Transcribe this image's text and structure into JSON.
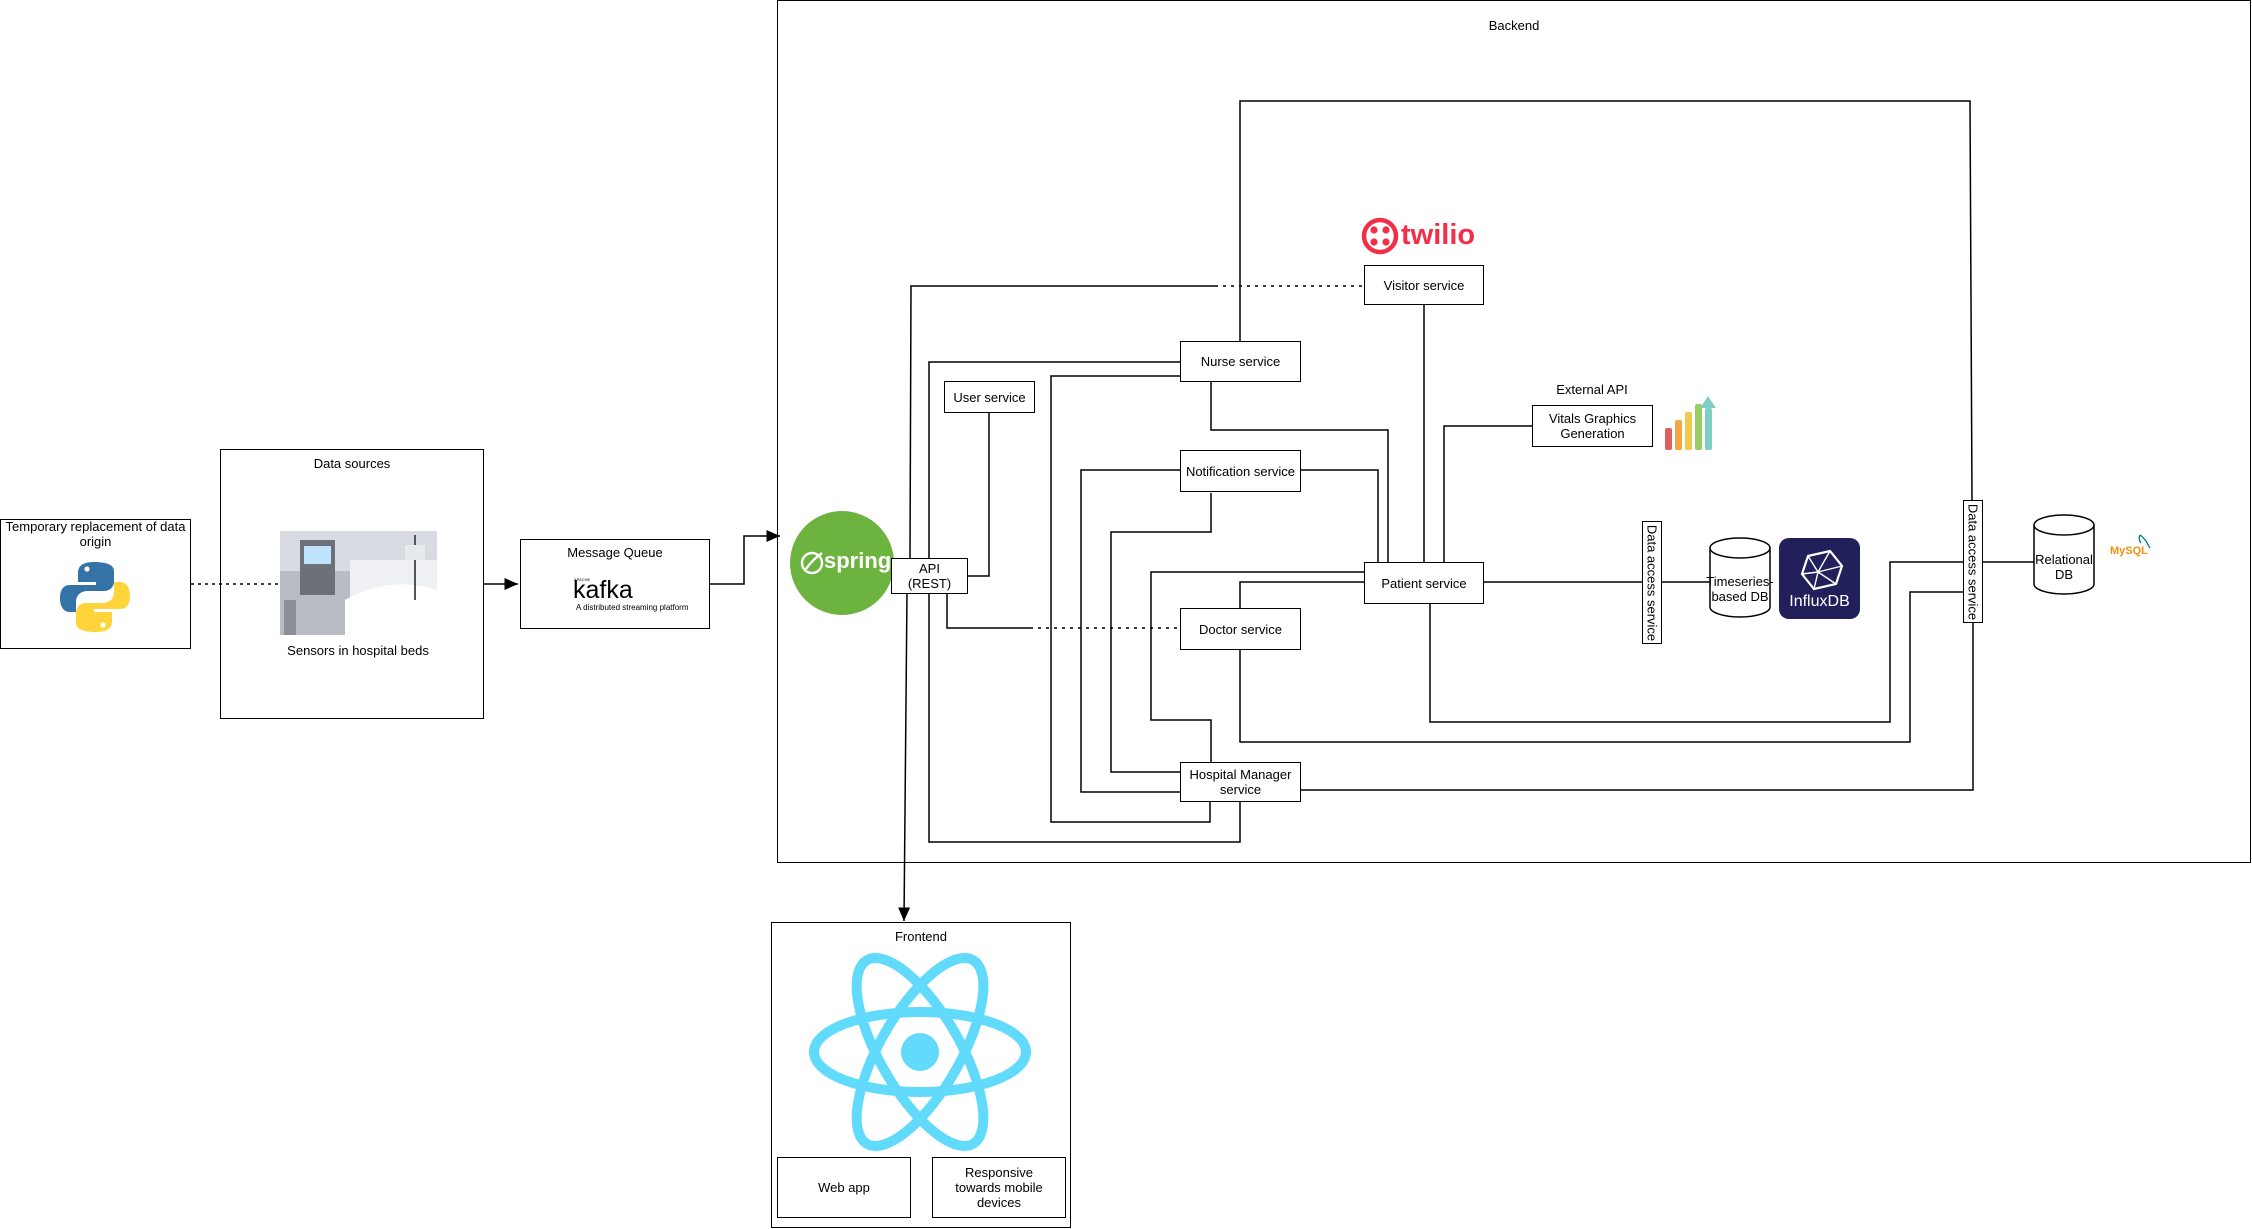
{
  "origin": {
    "title": "Temporary replacement of data origin",
    "icon": "python-logo-icon"
  },
  "data_sources": {
    "title": "Data sources",
    "caption": "Sensors in hospital beds",
    "image": "hospital-bed-photo"
  },
  "message_queue": {
    "title": "Message Queue",
    "logo_main": "kafka",
    "logo_super": "APACHE",
    "logo_tagline": "A distributed streaming platform"
  },
  "backend": {
    "title": "Backend",
    "spring_logo": "spring",
    "api_label": "API\n(REST)",
    "twilio_logo": "twilio",
    "services": {
      "visitor": "Visitor service",
      "nurse": "Nurse service",
      "user": "User service",
      "notification": "Notification service",
      "patient": "Patient service",
      "doctor": "Doctor service",
      "hospital_manager": "Hospital Manager service"
    },
    "external_api": {
      "title": "External API",
      "box": "Vitals Graphics Generation",
      "icon": "bar-chart-icon"
    },
    "data_access_1": "Data access service",
    "timeseries_db": "Timeseries-based DB",
    "influx_logo": "InfluxDB",
    "data_access_2": "Data access service",
    "relational_db": "Relational DB",
    "mysql_logo": "MySQL"
  },
  "frontend": {
    "title": "Frontend",
    "logo": "react-logo-icon",
    "web_app": "Web app",
    "responsive": "Responsive towards mobile devices"
  },
  "colors": {
    "spring": "#6db33f",
    "twilio": "#f22f46",
    "influx": "#22205b",
    "react": "#61dafb",
    "python_blue": "#3572a5",
    "python_yellow": "#ffd43b",
    "mysql_blue": "#00758f",
    "mysql_orange": "#f29111"
  }
}
